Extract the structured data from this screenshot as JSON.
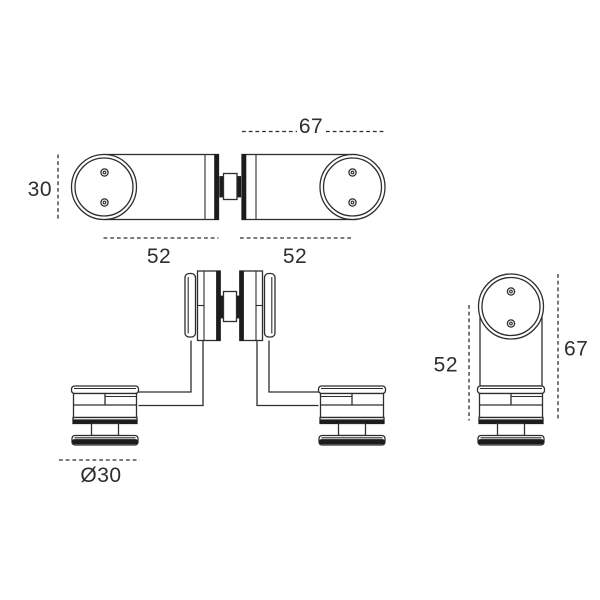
{
  "drawing": {
    "type": "technical-dimension-drawing",
    "views": {
      "top": {
        "label": "top-view",
        "dim_half_length": "67",
        "dim_cylinder_diameter": "30",
        "dim_left_body_length": "52",
        "dim_right_body_length": "52"
      },
      "front": {
        "label": "front-view",
        "dim_disc_diameter": "Ø30"
      },
      "side": {
        "label": "side-view",
        "dim_body_height": "52",
        "dim_total_height": "67"
      }
    },
    "colors": {
      "line": "#2e2e2e",
      "dark_fill": "#1c1c1c",
      "background": "#ffffff",
      "text": "#2e2e2e"
    }
  }
}
